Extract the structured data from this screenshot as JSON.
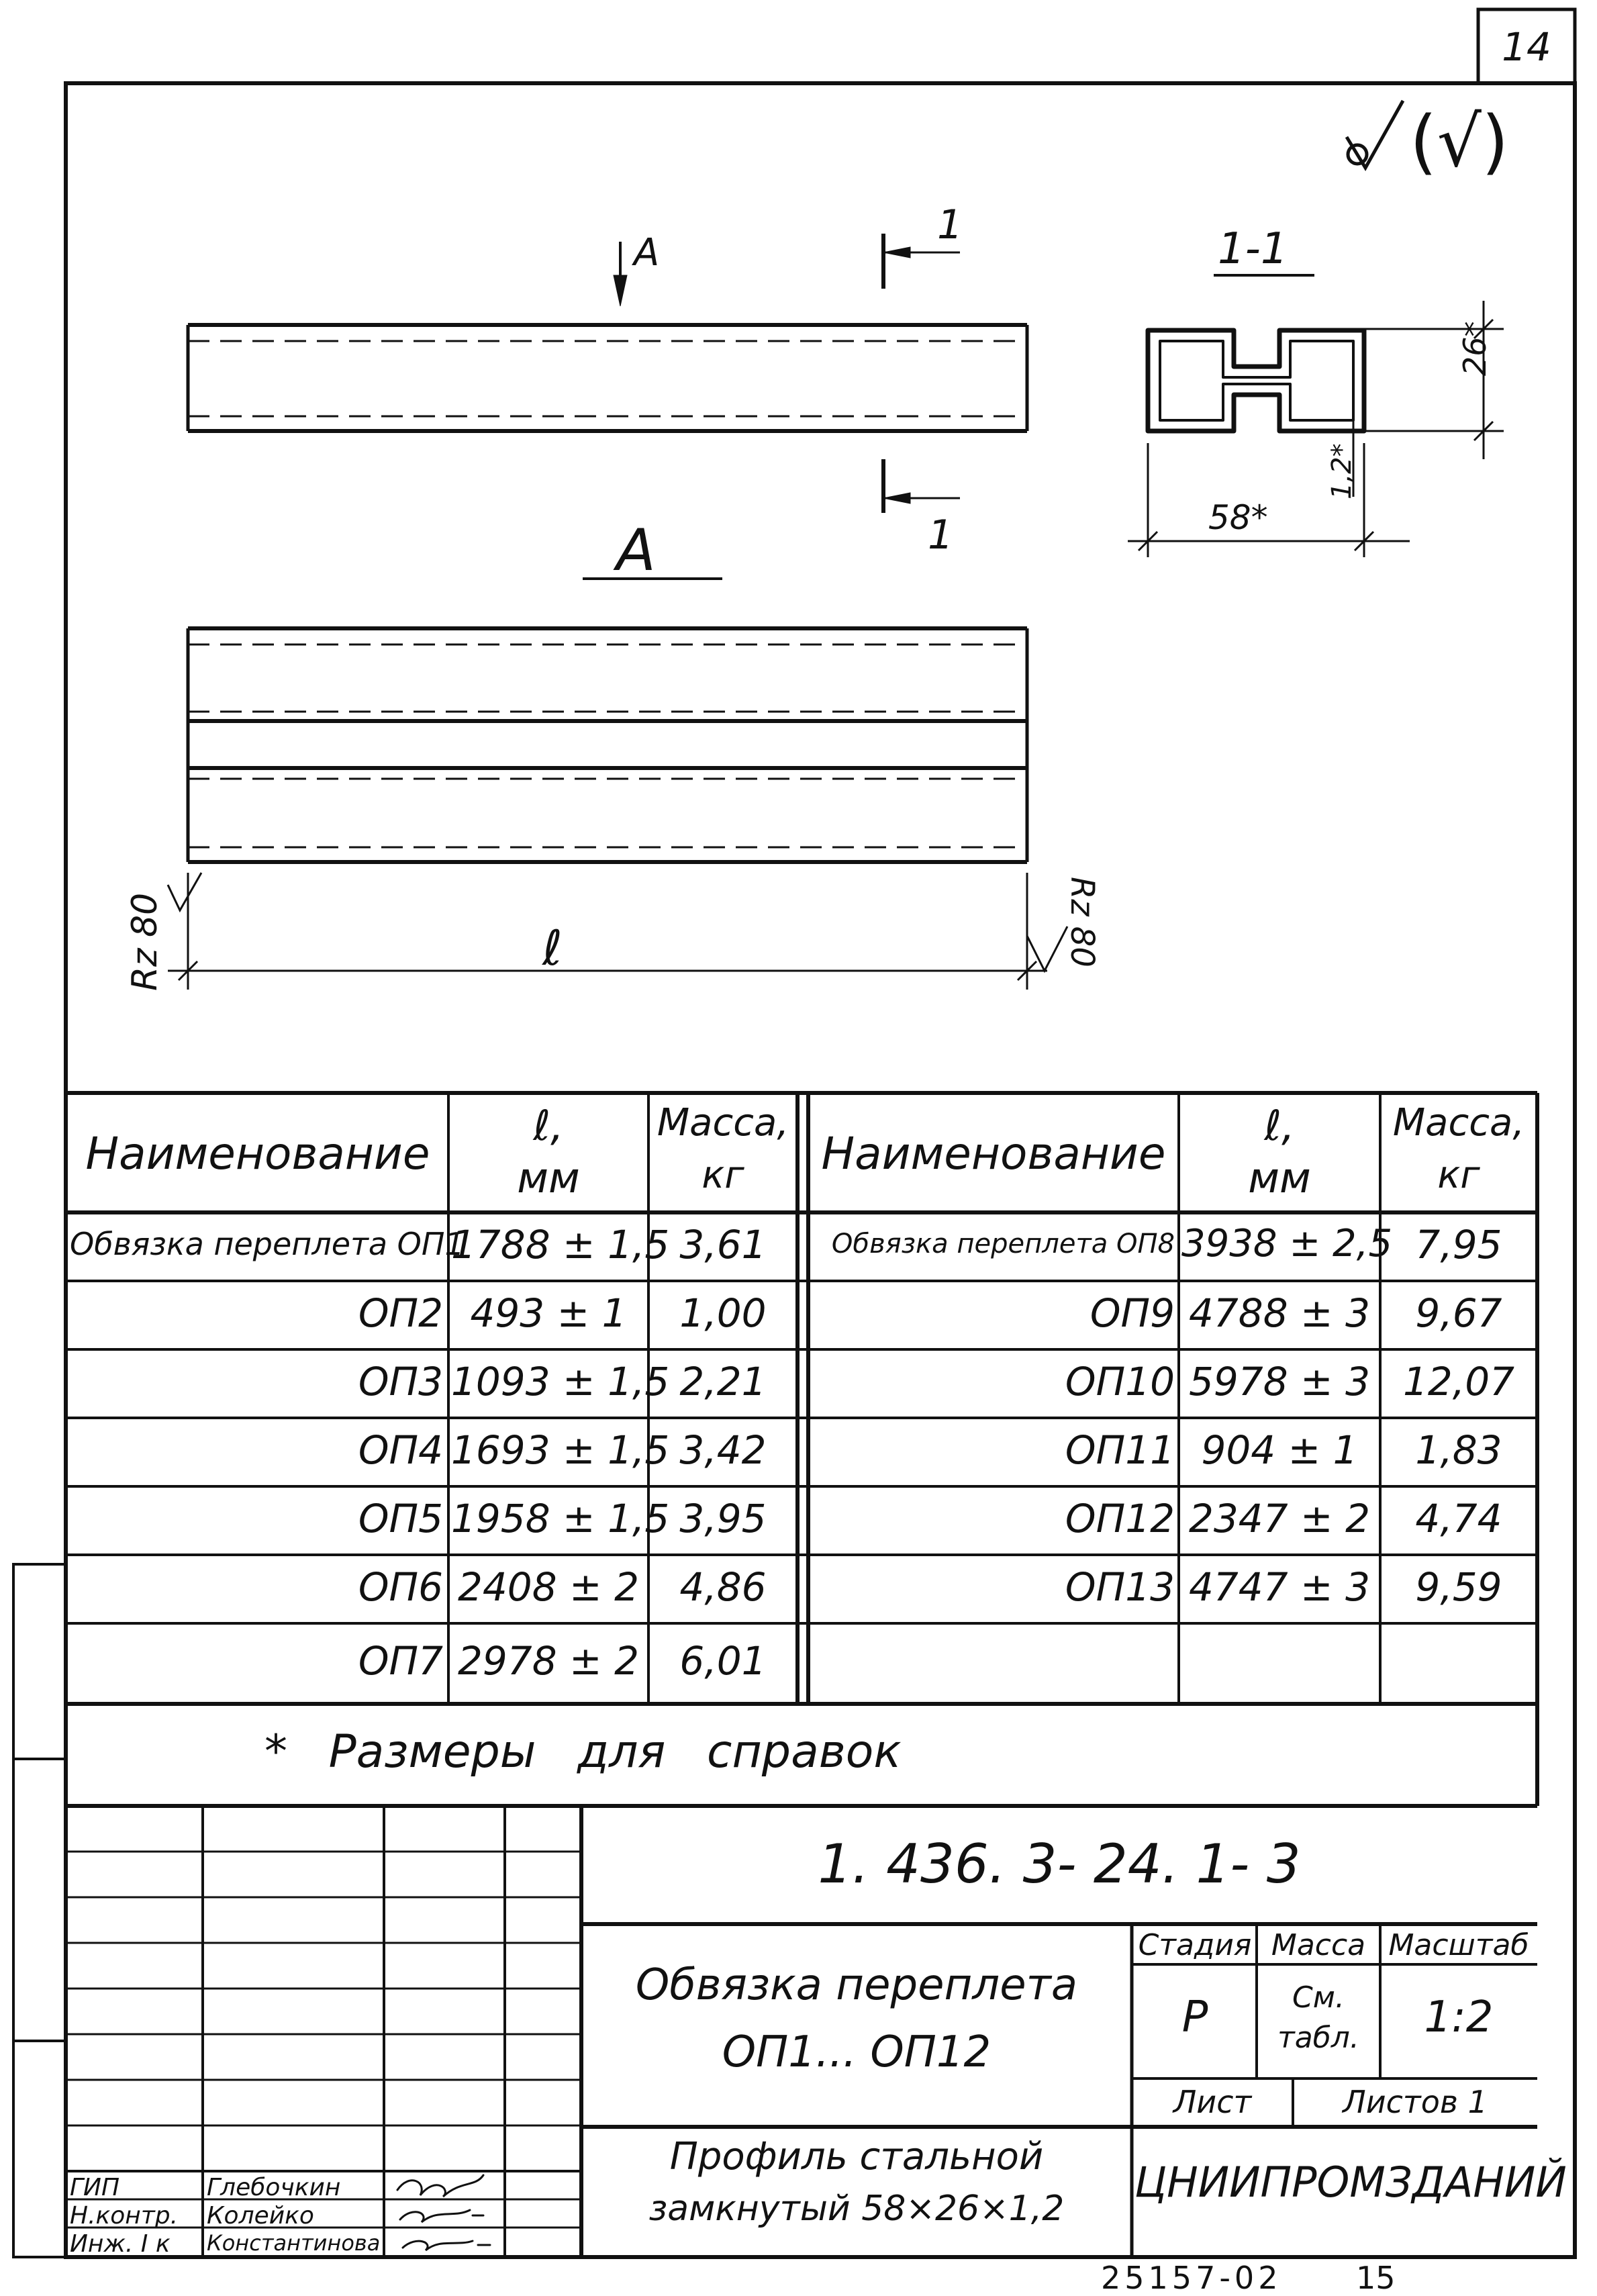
{
  "sheet": {
    "page_number": "14",
    "bottom_code": "25157-02",
    "bottom_number": "15"
  },
  "roughness": {
    "symbol": "√",
    "bracket_symbol": "(√)"
  },
  "drawing": {
    "view_arrow_label": "А",
    "section_mark": "1",
    "section_title": "1-1",
    "view_title": "А",
    "length_label": "ℓ",
    "rz_left": "Rz 80",
    "rz_right": "Rz 80",
    "dim_width": "58*",
    "dim_height": "26*",
    "dim_thickness": "1,2*"
  },
  "table": {
    "headers": {
      "name": "Наименование",
      "length_l": "ℓ,",
      "length_unit": "мм",
      "mass": "Масса,",
      "mass_unit": "кг"
    },
    "left": [
      {
        "name": "Обвязка переплета ОП1",
        "l": "1788 ± 1,5",
        "m": "3,61"
      },
      {
        "name": "ОП2",
        "l": "493 ± 1",
        "m": "1,00"
      },
      {
        "name": "ОП3",
        "l": "1093 ± 1,5",
        "m": "2,21"
      },
      {
        "name": "ОП4",
        "l": "1693 ± 1,5",
        "m": "3,42"
      },
      {
        "name": "ОП5",
        "l": "1958 ± 1,5",
        "m": "3,95"
      },
      {
        "name": "ОП6",
        "l": "2408 ± 2",
        "m": "4,86"
      },
      {
        "name": "ОП7",
        "l": "2978 ± 2",
        "m": "6,01"
      }
    ],
    "right": [
      {
        "name": "Обвязка переплета ОП8",
        "l": "3938 ± 2,5",
        "m": "7,95"
      },
      {
        "name": "ОП9",
        "l": "4788 ± 3",
        "m": "9,67"
      },
      {
        "name": "ОП10",
        "l": "5978 ± 3",
        "m": "12,07"
      },
      {
        "name": "ОП11",
        "l": "904 ± 1",
        "m": "1,83"
      },
      {
        "name": "ОП12",
        "l": "2347 ± 2",
        "m": "4,74"
      },
      {
        "name": "ОП13",
        "l": "4747 ± 3",
        "m": "9,59"
      }
    ],
    "note": "* Размеры для справок"
  },
  "title_block": {
    "designation": "1. 436. 3- 24. 1- 3",
    "item_title_1": "Обвязка переплета",
    "item_title_2": "ОП1... ОП12",
    "stage_h": "Стадия",
    "mass_h": "Масса",
    "scale_h": "Масштаб",
    "stage": "Р",
    "mass_1": "См.",
    "mass_2": "табл.",
    "scale": "1:2",
    "sheet_h": "Лист",
    "sheets_h": "Листов 1",
    "material_1": "Профиль стальной",
    "material_2": "замкнутый 58×26×1,2",
    "org": "ЦНИИПРОМЗДАНИЙ",
    "staff": [
      {
        "role": "ГИП",
        "name": "Глебочкин"
      },
      {
        "role": "Н.контр.",
        "name": "Колейко"
      },
      {
        "role": "Инж. I к",
        "name": "Константинова"
      }
    ]
  }
}
